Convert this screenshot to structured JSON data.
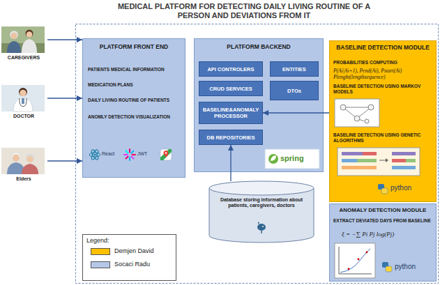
{
  "diagram": {
    "title": "MEDICAL PLATFORM FOR DETECTING DAILY LIVING ROUTINE OF A PERSON AND DEVIATIONS FROM IT",
    "nodes": [
      {
        "text": [
          "CAREGIVERS"
        ]
      },
      {
        "text": [
          "DOCTOR"
        ]
      },
      {
        "text": [
          "Elders"
        ]
      },
      {
        "text": [
          "PLATFORM FRONT END",
          "PATIENTS MEDICAL INFORMATION",
          "MEDICATION PLANS",
          "DAILY LIVING ROUTINE OF PATIENTS",
          "ANOMLY DETECTION VISUALIZATION",
          "React",
          "JWT"
        ]
      },
      {
        "text": [
          "PLATFORM BACKEND",
          "spring"
        ]
      },
      {
        "text": [
          "API CONTROLERS"
        ],
        "in": 4
      },
      {
        "text": [
          "ENTITIES"
        ],
        "in": 4
      },
      {
        "text": [
          "CRUD SERVICES"
        ],
        "in": 4
      },
      {
        "text": [
          "DTOs"
        ],
        "in": 4
      },
      {
        "text": [
          "BASELINE&ANOMALY PROCESSOR"
        ],
        "in": 4
      },
      {
        "text": [
          "DB REPOSITORIES"
        ],
        "in": 4
      },
      {
        "text": [
          "BASELINE DETECTION MODULE",
          "PROBABILITIES COMPUTING",
          "P(Ai|Ai+1), Pend(Ai), Pstart(Ai) Plenght(lengthsequence)",
          "BASELINE DETECTION USING MARKOV MODELS",
          "BASELINE DETECTION USING GENETIC ALGORITHMS",
          "python"
        ]
      },
      {
        "text": [
          "ANOMALY DETECTION MODULE",
          "EXTRACT DEVIATED DAYS FROM BASELINE",
          "ξ = −∑ Pi Pj log(Pj)",
          "python"
        ]
      },
      {
        "text": [
          "Database storing information about patients, caregivers, doctors"
        ]
      }
    ],
    "edges": [
      {
        "from": 0,
        "to": 3,
        "arrow": "to"
      },
      {
        "from": 1,
        "to": 3,
        "arrow": "to"
      },
      {
        "from": 2,
        "to": 3,
        "arrow": "to"
      },
      {
        "from": 11,
        "to": 9,
        "arrow": "to"
      },
      {
        "from": 13,
        "to": 10,
        "arrow": "to"
      }
    ],
    "labels": [
      "Legend:"
    ],
    "legend": [
      {
        "text": "Demjen David",
        "color": "#ffc000"
      },
      {
        "text": "Socaci Radu",
        "color": "#b4c7e7"
      }
    ]
  }
}
